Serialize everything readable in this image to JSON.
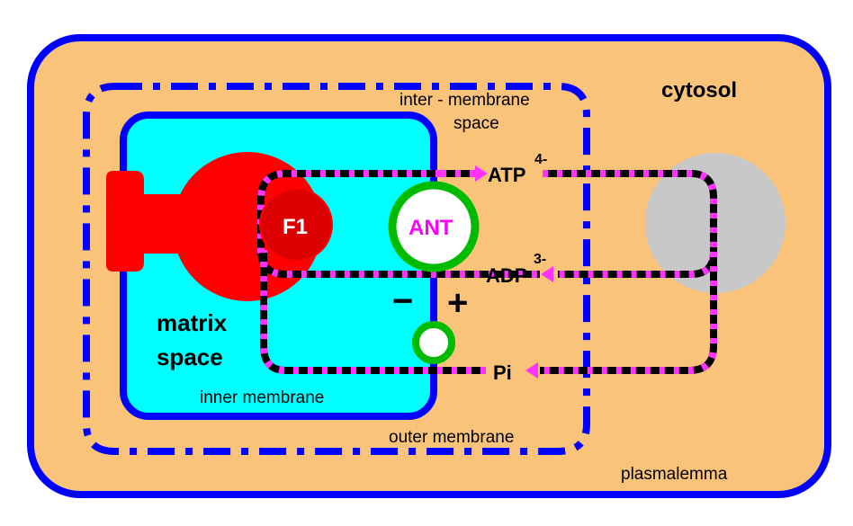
{
  "labels": {
    "cytosol": "cytosol",
    "intermembrane_line1": "inter - membrane",
    "intermembrane_line2": "space",
    "atp": "ATP",
    "atp_charge": "4-",
    "adp": "ADP",
    "adp_charge": "3-",
    "pi": "Pi",
    "f1": "F1",
    "ant": "ANT",
    "minus": "−",
    "plus": "+",
    "matrix_line1": "matrix",
    "matrix_line2": "space",
    "inner_membrane": "inner membrane",
    "outer_membrane": "outer membrane",
    "plasmalemma": "plasmalemma"
  },
  "colors": {
    "cell_fill": "#f9c37a",
    "membrane_blue": "#0000ff",
    "matrix_fill": "#00ffff",
    "atp_synthase_red": "#ff0000",
    "ant_ring_green": "#00bb00",
    "cytosol_gray": "#c8c8c8",
    "flux_magenta": "#ff33ff",
    "flux_black": "#000000",
    "ant_text_magenta": "#ff00ff"
  }
}
